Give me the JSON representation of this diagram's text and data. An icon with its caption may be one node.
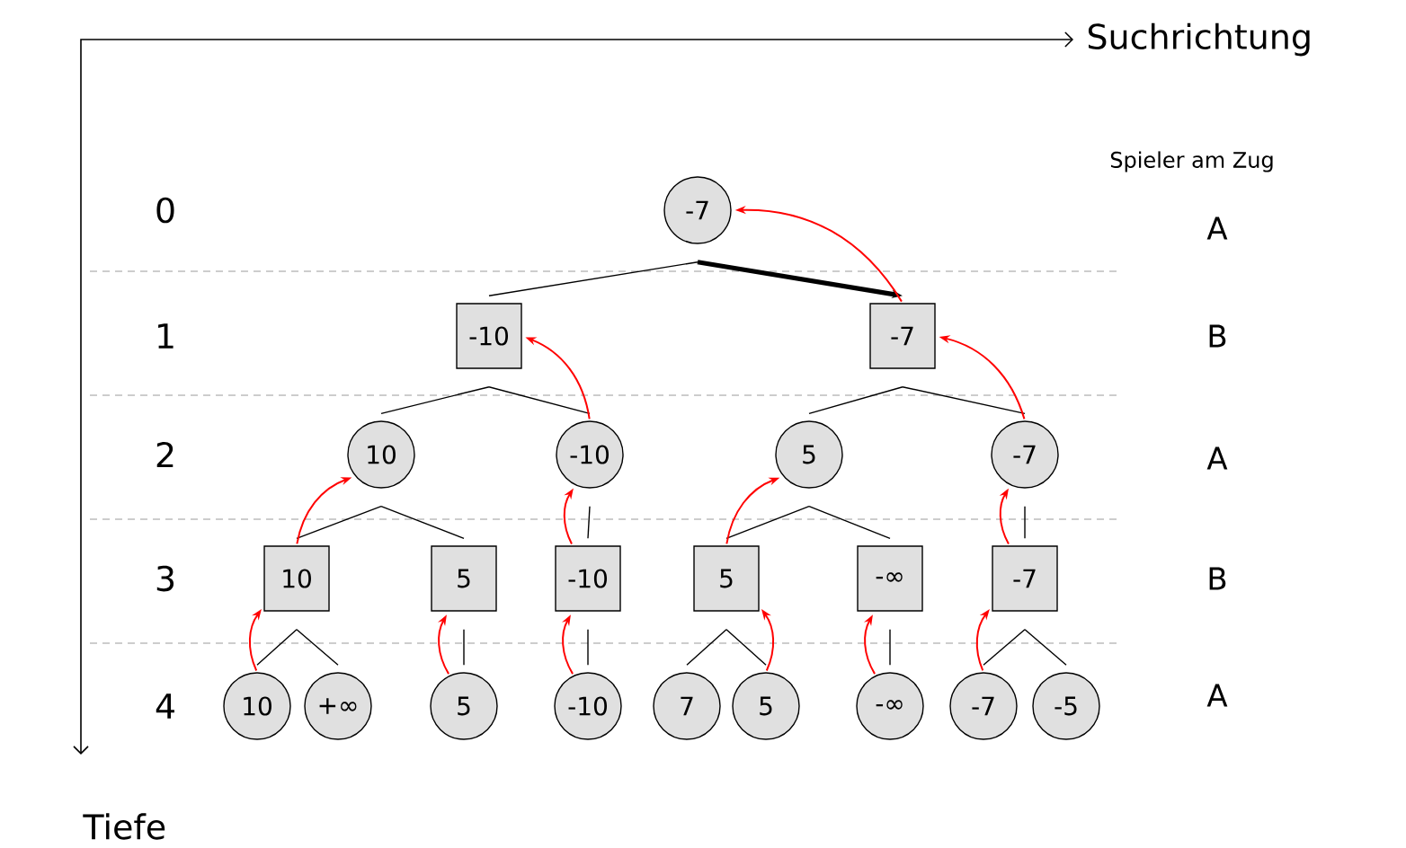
{
  "diagram": {
    "nodes": [
      {
        "text": [
          "-7"
        ]
      },
      {
        "text": [
          "-10"
        ]
      },
      {
        "text": [
          "-7"
        ]
      },
      {
        "text": [
          "10"
        ]
      },
      {
        "text": [
          "-10"
        ]
      },
      {
        "text": [
          "5"
        ]
      },
      {
        "text": [
          "-7"
        ]
      },
      {
        "text": [
          "10"
        ]
      },
      {
        "text": [
          "5"
        ]
      },
      {
        "text": [
          "-10"
        ]
      },
      {
        "text": [
          "5"
        ]
      },
      {
        "text": [
          "-∞"
        ]
      },
      {
        "text": [
          "-7"
        ]
      },
      {
        "text": [
          "10"
        ]
      },
      {
        "text": [
          "+∞"
        ]
      },
      {
        "text": [
          "5"
        ]
      },
      {
        "text": [
          "-10"
        ]
      },
      {
        "text": [
          "7"
        ]
      },
      {
        "text": [
          "5"
        ]
      },
      {
        "text": [
          "-∞"
        ]
      },
      {
        "text": [
          "-7"
        ]
      },
      {
        "text": [
          "-5"
        ]
      }
    ],
    "edges": [
      {
        "from": 0,
        "to": 1,
        "arrow": "none"
      },
      {
        "from": 0,
        "to": 2,
        "arrow": "to",
        "style": "thick"
      },
      {
        "from": 1,
        "to": 3,
        "arrow": "none"
      },
      {
        "from": 1,
        "to": 4,
        "arrow": "none"
      },
      {
        "from": 2,
        "to": 5,
        "arrow": "none"
      },
      {
        "from": 2,
        "to": 6,
        "arrow": "none"
      },
      {
        "from": 3,
        "to": 7,
        "arrow": "none"
      },
      {
        "from": 3,
        "to": 8,
        "arrow": "none"
      },
      {
        "from": 4,
        "to": 9,
        "arrow": "none"
      },
      {
        "from": 5,
        "to": 10,
        "arrow": "none"
      },
      {
        "from": 5,
        "to": 11,
        "arrow": "none"
      },
      {
        "from": 6,
        "to": 12,
        "arrow": "none"
      },
      {
        "from": 7,
        "to": 13,
        "arrow": "none"
      },
      {
        "from": 7,
        "to": 14,
        "arrow": "none"
      },
      {
        "from": 8,
        "to": 15,
        "arrow": "none"
      },
      {
        "from": 9,
        "to": 16,
        "arrow": "none"
      },
      {
        "from": 10,
        "to": 17,
        "arrow": "none"
      },
      {
        "from": 10,
        "to": 18,
        "arrow": "none"
      },
      {
        "from": 11,
        "to": 19,
        "arrow": "none"
      },
      {
        "from": 12,
        "to": 20,
        "arrow": "none"
      },
      {
        "from": 12,
        "to": 21,
        "arrow": "none"
      },
      {
        "from": 2,
        "to": 0,
        "arrow": "to",
        "color": "#ff0000"
      },
      {
        "from": 4,
        "to": 1,
        "arrow": "to",
        "color": "#ff0000"
      },
      {
        "from": 6,
        "to": 2,
        "arrow": "to",
        "color": "#ff0000"
      },
      {
        "from": 7,
        "to": 3,
        "arrow": "to",
        "color": "#ff0000"
      },
      {
        "from": 9,
        "to": 4,
        "arrow": "to",
        "color": "#ff0000"
      },
      {
        "from": 10,
        "to": 5,
        "arrow": "to",
        "color": "#ff0000"
      },
      {
        "from": 12,
        "to": 6,
        "arrow": "to",
        "color": "#ff0000"
      },
      {
        "from": 13,
        "to": 7,
        "arrow": "to",
        "color": "#ff0000"
      },
      {
        "from": 15,
        "to": 8,
        "arrow": "to",
        "color": "#ff0000"
      },
      {
        "from": 16,
        "to": 9,
        "arrow": "to",
        "color": "#ff0000"
      },
      {
        "from": 18,
        "to": 10,
        "arrow": "to",
        "color": "#ff0000"
      },
      {
        "from": 19,
        "to": 11,
        "arrow": "to",
        "color": "#ff0000"
      },
      {
        "from": 20,
        "to": 12,
        "arrow": "to",
        "color": "#ff0000"
      }
    ],
    "labels": [
      "Suchrichtung",
      "Spieler am Zug",
      "0",
      "A",
      "1",
      "B",
      "2",
      "A",
      "3",
      "B",
      "4",
      "A",
      "Tiefe"
    ]
  }
}
